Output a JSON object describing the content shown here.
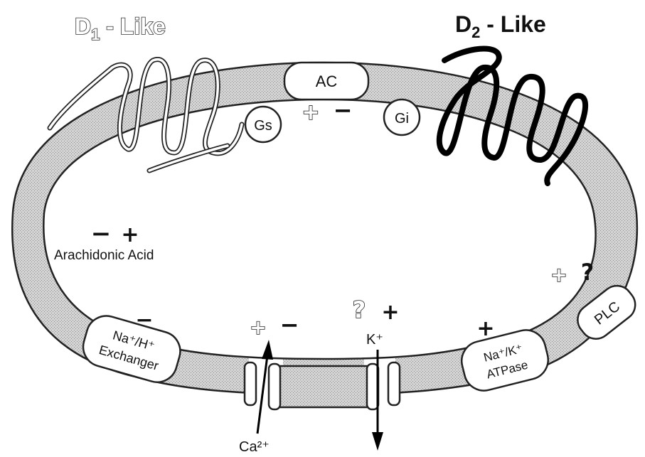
{
  "titles": {
    "d1_prefix": "D",
    "d1_sub": "1",
    "d1_suffix": " - Like",
    "d2_prefix": "D",
    "d2_sub": "2",
    "d2_suffix": " - Like"
  },
  "proteins": {
    "ac": "AC",
    "gs": "Gs",
    "gi": "Gi",
    "plc": "PLC",
    "na_h_exchanger_line1": "Na⁺/H⁺",
    "na_h_exchanger_line2": "Exchanger",
    "na_k_atpase_line1": "Na⁺/K⁺",
    "na_k_atpase_line2": "ATPase"
  },
  "ions": {
    "calcium": "Ca²⁺",
    "potassium": "K⁺"
  },
  "labels": {
    "arachidonic_acid": "Arachidonic Acid"
  },
  "signs": {
    "ac_plus": "+",
    "ac_minus": "−",
    "aa_minus": "−",
    "aa_plus": "+",
    "plc_plus": "+",
    "plc_question": "?",
    "nhe_minus": "−",
    "ca_plus": "+",
    "ca_minus": "−",
    "k_question": "?",
    "k_plus": "+",
    "atpase_plus": "+"
  },
  "colors": {
    "membrane_fill": "#cfcfcf",
    "membrane_stroke": "#222222",
    "background": "#ffffff"
  }
}
